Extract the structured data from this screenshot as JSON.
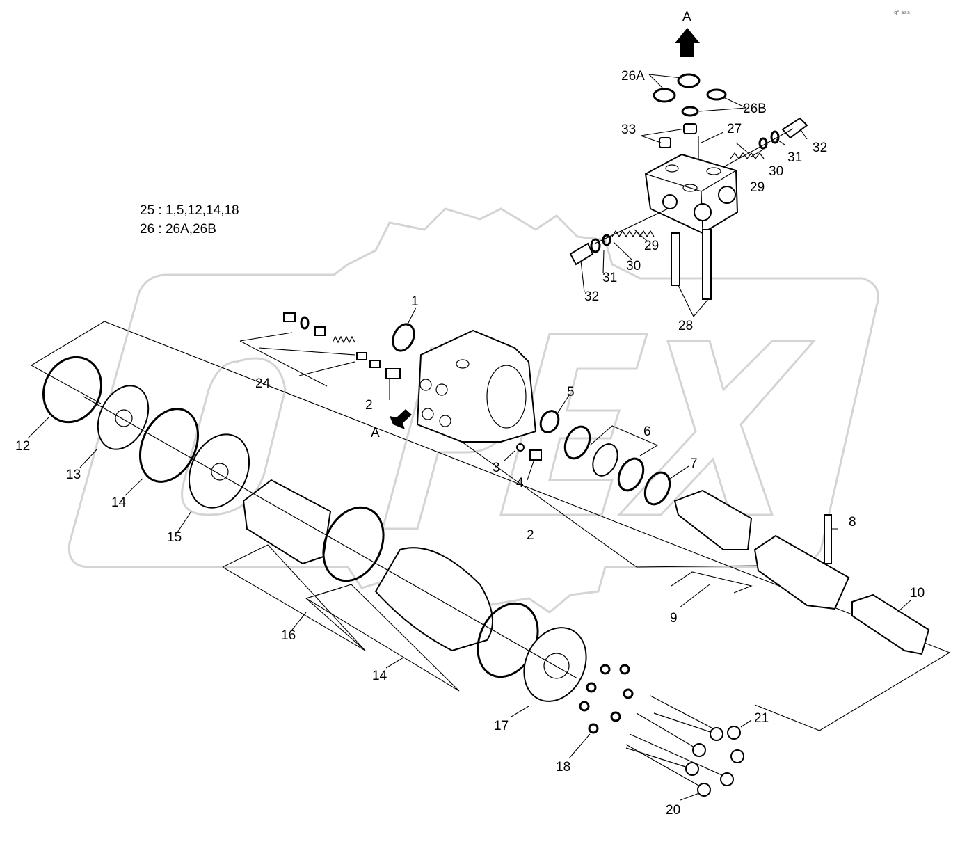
{
  "diagram": {
    "watermark": "OPEX",
    "corner_mark": "q° aaa",
    "legend": [
      {
        "id": "25",
        "text": "25 : 1,5,12,14,18"
      },
      {
        "id": "26",
        "text": "26 : 26A,26B"
      }
    ],
    "labels": {
      "l1": "1",
      "l2a": "2",
      "l2b": "2",
      "l3": "3",
      "l4": "4",
      "l5": "5",
      "l6": "6",
      "l7": "7",
      "l8": "8",
      "l9": "9",
      "l10": "10",
      "l12": "12",
      "l13": "13",
      "l14a": "14",
      "l14b": "14",
      "l15": "15",
      "l16": "16",
      "l17": "17",
      "l18": "18",
      "l20": "20",
      "l21": "21",
      "l24": "24",
      "l26A": "26A",
      "l26B": "26B",
      "l27": "27",
      "l28": "28",
      "l29a": "29",
      "l29b": "29",
      "l30a": "30",
      "l30b": "30",
      "l31a": "31",
      "l31b": "31",
      "l32a": "32",
      "l32b": "32",
      "l33": "33",
      "arrowTop": "A",
      "arrowLeft": "A"
    }
  }
}
